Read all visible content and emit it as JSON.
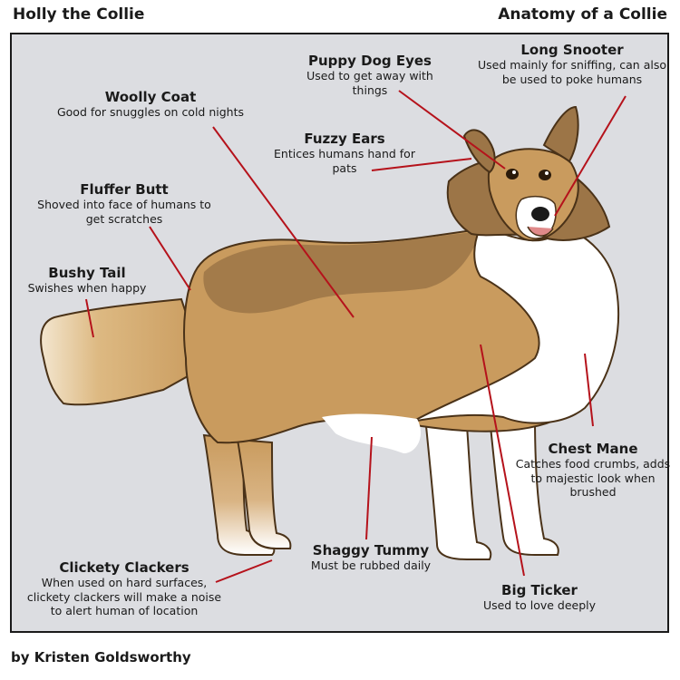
{
  "header": {
    "left_title": "Holly the Collie",
    "right_title": "Anatomy of a Collie"
  },
  "labels": {
    "puppy_dog_eyes": {
      "title": "Puppy Dog Eyes",
      "desc": "Used to get away with things"
    },
    "long_snooter": {
      "title": "Long Snooter",
      "desc": "Used mainly for sniffing, can also be used to poke humans"
    },
    "woolly_coat": {
      "title": "Woolly Coat",
      "desc": "Good for snuggles on cold nights"
    },
    "fuzzy_ears": {
      "title": "Fuzzy Ears",
      "desc": "Entices humans hand for pats"
    },
    "fluffer_butt": {
      "title": "Fluffer Butt",
      "desc": "Shoved into face of humans to get scratches"
    },
    "bushy_tail": {
      "title": "Bushy Tail",
      "desc": "Swishes when happy"
    },
    "chest_mane": {
      "title": "Chest Mane",
      "desc": "Catches food crumbs, adds to majestic look when brushed"
    },
    "shaggy_tummy": {
      "title": "Shaggy Tummy",
      "desc": "Must be rubbed daily"
    },
    "clickety_clackers": {
      "title": "Clickety Clackers",
      "desc": "When used on hard surfaces, clickety clackers will make a noise to alert human of location"
    },
    "big_ticker": {
      "title": "Big Ticker",
      "desc": "Used to love deeply"
    }
  },
  "footer": {
    "credit": "by Kristen Goldsworthy"
  },
  "colors": {
    "panel": "#dcdde1",
    "fur_light": "#c99b5e",
    "fur_dark": "#9c7547",
    "white_fur": "#ffffff",
    "pointer_line": "#b5121b"
  }
}
